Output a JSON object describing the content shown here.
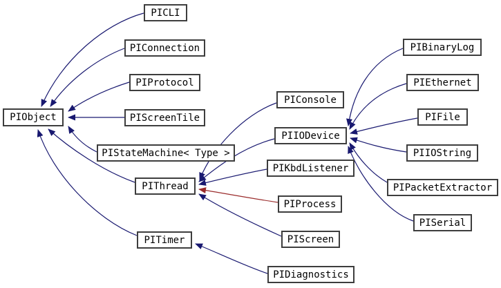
{
  "diagram": {
    "type": "inheritance-graph",
    "colors": {
      "public_inheritance_edge": "#191970",
      "private_inheritance_edge": "#9a2b2b",
      "node_border": "#3d3d3d",
      "node_background": "#ffffff",
      "node_text": "#000000",
      "background": "#ffffff"
    },
    "nodes": {
      "PIObject": {
        "label": "PIObject"
      },
      "PICLI": {
        "label": "PICLI"
      },
      "PIConnection": {
        "label": "PIConnection"
      },
      "PIProtocol": {
        "label": "PIProtocol"
      },
      "PIScreenTile": {
        "label": "PIScreenTile"
      },
      "PIStateMachine": {
        "label": "PIStateMachine< Type >"
      },
      "PIThread": {
        "label": "PIThread"
      },
      "PITimer": {
        "label": "PITimer"
      },
      "PIConsole": {
        "label": "PIConsole"
      },
      "PIIODevice": {
        "label": "PIIODevice"
      },
      "PIKbdListener": {
        "label": "PIKbdListener"
      },
      "PIProcess": {
        "label": "PIProcess"
      },
      "PIScreen": {
        "label": "PIScreen"
      },
      "PIDiagnostics": {
        "label": "PIDiagnostics"
      },
      "PIBinaryLog": {
        "label": "PIBinaryLog"
      },
      "PIEthernet": {
        "label": "PIEthernet"
      },
      "PIFile": {
        "label": "PIFile"
      },
      "PIIOString": {
        "label": "PIIOString"
      },
      "PIPacketExtractor": {
        "label": "PIPacketExtractor"
      },
      "PISerial": {
        "label": "PISerial"
      }
    },
    "edges": [
      {
        "from": "PICLI",
        "to": "PIObject",
        "relation": "public"
      },
      {
        "from": "PIConnection",
        "to": "PIObject",
        "relation": "public"
      },
      {
        "from": "PIProtocol",
        "to": "PIObject",
        "relation": "public"
      },
      {
        "from": "PIScreenTile",
        "to": "PIObject",
        "relation": "public"
      },
      {
        "from": "PIStateMachine",
        "to": "PIObject",
        "relation": "public"
      },
      {
        "from": "PIThread",
        "to": "PIObject",
        "relation": "public"
      },
      {
        "from": "PITimer",
        "to": "PIObject",
        "relation": "public"
      },
      {
        "from": "PIConsole",
        "to": "PIThread",
        "relation": "public"
      },
      {
        "from": "PIIODevice",
        "to": "PIThread",
        "relation": "public"
      },
      {
        "from": "PIKbdListener",
        "to": "PIThread",
        "relation": "public"
      },
      {
        "from": "PIProcess",
        "to": "PIThread",
        "relation": "private"
      },
      {
        "from": "PIScreen",
        "to": "PIThread",
        "relation": "public"
      },
      {
        "from": "PIBinaryLog",
        "to": "PIIODevice",
        "relation": "public"
      },
      {
        "from": "PIEthernet",
        "to": "PIIODevice",
        "relation": "public"
      },
      {
        "from": "PIFile",
        "to": "PIIODevice",
        "relation": "public"
      },
      {
        "from": "PIIOString",
        "to": "PIIODevice",
        "relation": "public"
      },
      {
        "from": "PIPacketExtractor",
        "to": "PIIODevice",
        "relation": "public"
      },
      {
        "from": "PISerial",
        "to": "PIIODevice",
        "relation": "public"
      },
      {
        "from": "PIDiagnostics",
        "to": "PITimer",
        "relation": "public"
      }
    ]
  }
}
